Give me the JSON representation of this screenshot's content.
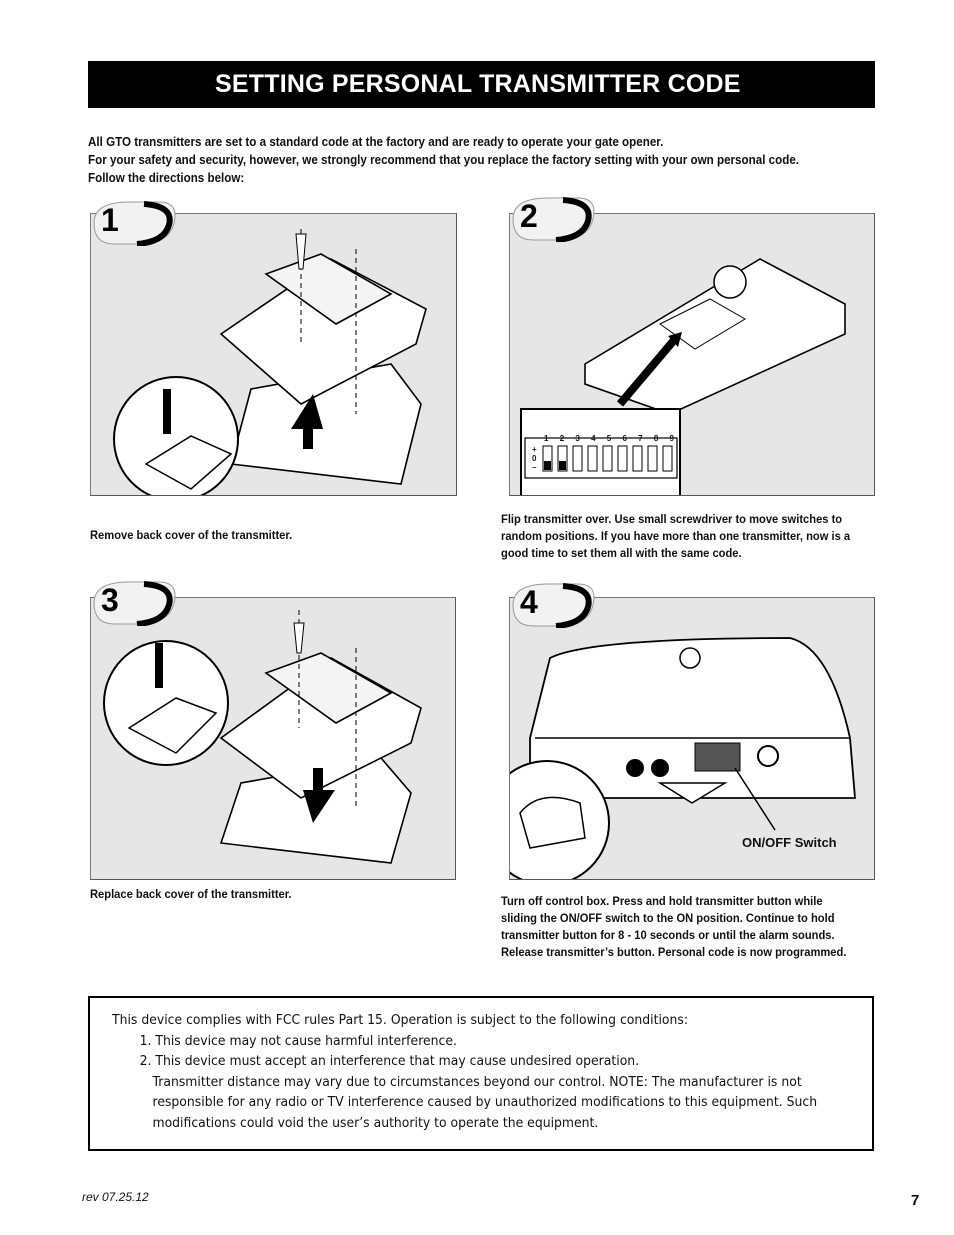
{
  "header": {
    "title": "SETTING PERSONAL TRANSMITTER CODE"
  },
  "intro": {
    "lines": [
      "All GTO transmitters are set to a standard code at the factory and are ready to operate your gate opener.",
      "For your safety and security, however, we strongly recommend that you replace the factory setting with your own personal code.",
      "Follow the directions below:"
    ]
  },
  "steps": [
    {
      "number": "1",
      "caption": [
        "Remove back cover of the transmitter."
      ]
    },
    {
      "number": "2",
      "caption": [
        "Flip transmitter over. Use small screwdriver to move switches to",
        "random positions. If you have more than one transmitter, now is a",
        "good time to set them all with the same code."
      ],
      "switch_labels": [
        "1",
        "2",
        "3",
        "4",
        "5",
        "6",
        "7",
        "8",
        "9"
      ],
      "polarity": [
        "+",
        "0",
        "–"
      ]
    },
    {
      "number": "3",
      "caption": [
        "Replace back cover of the transmitter."
      ]
    },
    {
      "number": "4",
      "caption": [
        "Turn off control box. Press and hold transmitter button while",
        "sliding the ON/OFF switch to the ON position. Continue to hold",
        "transmitter button for 8 - 10 seconds or until the alarm sounds.",
        "Release transmitter’s button. Personal code is now programmed."
      ],
      "callout": "ON/OFF Switch"
    }
  ],
  "fcc": {
    "intro": "This device complies with FCC rules Part 15.  Operation is subject to the following conditions:",
    "condition_1": "1. This device may not cause harmful interference.",
    "condition_2": "2. This device must accept an interference that may cause undesired operation.",
    "note_lines": [
      "Transmitter distance may vary due to circumstances beyond our control.  NOTE: The manufacturer is not",
      "responsible for any radio or TV interference caused by unauthorized modifications to this equipment. Such",
      "modifications could void the user’s authority to operate the equipment."
    ]
  },
  "footer": {
    "revision": "rev 07.25.12",
    "page_number": "7"
  }
}
